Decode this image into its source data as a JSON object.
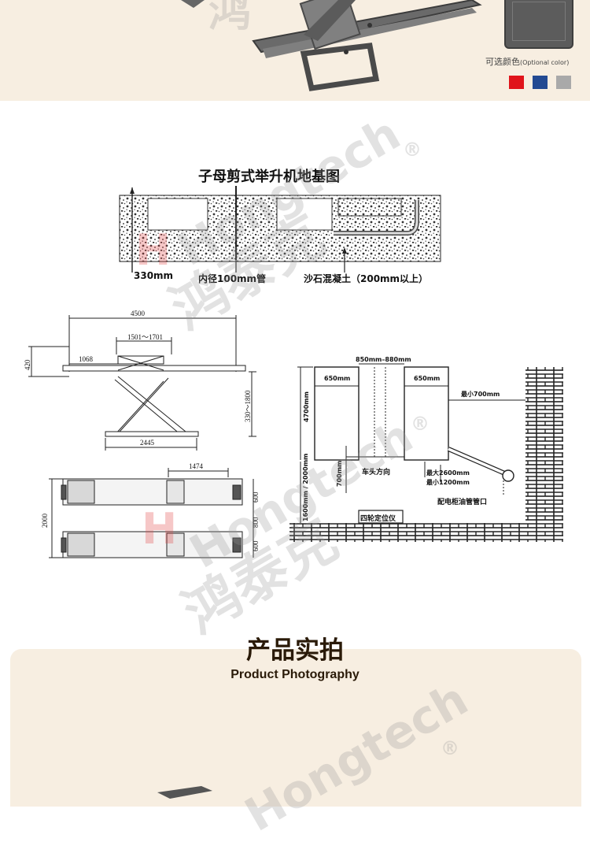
{
  "colors": {
    "band": "#f7eee1",
    "swatch_red": "#e0141b",
    "swatch_blue": "#234a92",
    "swatch_gray": "#a9a9a9",
    "watermark_red": "#e14646"
  },
  "color_options": {
    "label_cn": "可选颜色",
    "label_en": "(Optional color)"
  },
  "foundation": {
    "title": "子母剪式举升机地基图",
    "label_depth": "330mm",
    "label_pipe": "内径100mm管",
    "label_concrete": "沙石混凝土（200mm以上）"
  },
  "side_view": {
    "dim_4500": "4500",
    "dim_range": "1501～1701",
    "dim_1068": "1068",
    "dim_420": "420",
    "dim_height": "330～1800",
    "dim_2445": "2445"
  },
  "top_view": {
    "dim_1474": "1474",
    "dim_2000": "2000",
    "dim_600a": "600",
    "dim_800": "800",
    "dim_600b": "600"
  },
  "layout_plan": {
    "dim_width_range": "850mm–880mm",
    "dim_650_left": "650mm",
    "dim_650_right": "650mm",
    "dim_4700": "4700mm",
    "dim_min700": "最小700mm",
    "dim_700": "700mm",
    "dim_1600": "1600mm / 2000mm",
    "label_direction": "车头方向",
    "label_max": "最大2600mm",
    "label_min": "最小1200mm",
    "label_pipe": "配电柜油管管口",
    "label_aligner": "四轮定位仪"
  },
  "watermark": {
    "brand_en": "Hongtech",
    "brand_cn": "鸿泰克",
    "registered": "®"
  },
  "section": {
    "title": "产品实拍",
    "subtitle": "Product Photography"
  }
}
